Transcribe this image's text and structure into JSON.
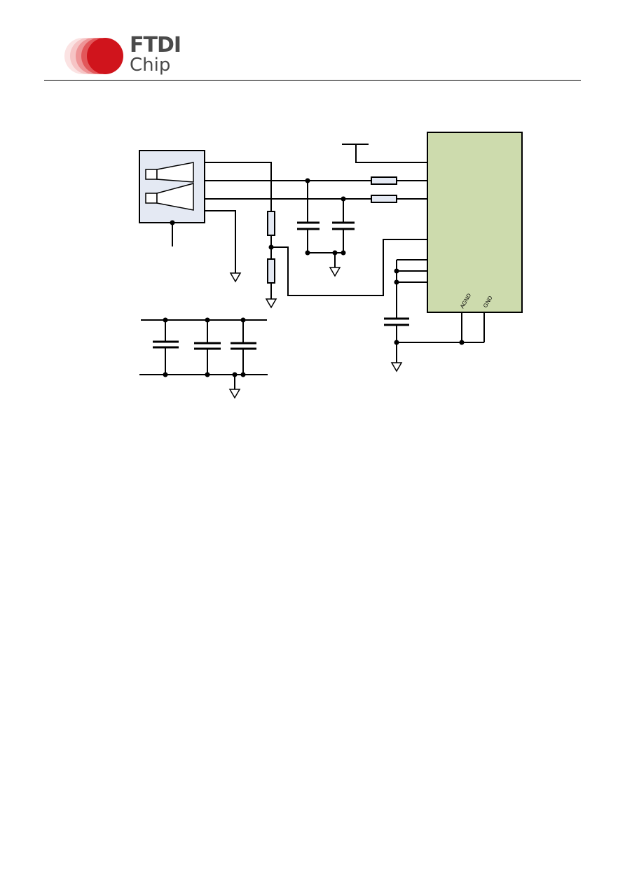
{
  "header": {
    "logo": {
      "line1": "FTDI",
      "line2": "Chip",
      "colors": {
        "red": "#d0141c",
        "text": "#4a4a4a"
      }
    }
  },
  "schematic": {
    "ic_pins": {
      "agnd": "AGND",
      "gnd": "GND"
    },
    "colors": {
      "ic_fill": "#cddbad",
      "connector_fill": "#e4e9f3",
      "wire": "#000000"
    }
  }
}
